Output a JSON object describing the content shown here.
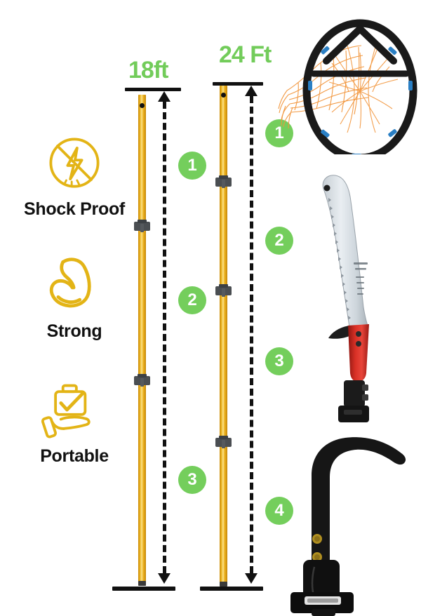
{
  "features": [
    {
      "icon": "no-shock-icon",
      "label": "Shock Proof"
    },
    {
      "icon": "bicep-muscle-icon",
      "label": "Strong"
    },
    {
      "icon": "hand-briefcase-check-icon",
      "label": "Portable"
    }
  ],
  "poles": [
    {
      "name": "pole-18ft",
      "title": "18ft",
      "sections": [
        "1",
        "2",
        "3"
      ]
    },
    {
      "name": "pole-24ft",
      "title": "24 Ft",
      "sections": [
        "1",
        "2",
        "3",
        "4"
      ]
    }
  ],
  "attachments": [
    {
      "name": "fruit-picker-basket",
      "label": "fruit-picker-basket-icon"
    },
    {
      "name": "pruning-saw",
      "label": "pruning-saw-icon"
    },
    {
      "name": "pruning-hook",
      "label": "pruning-hook-icon"
    }
  ],
  "colors": {
    "green": "#74CE5C",
    "title_green": "#72CC5A",
    "pole_yellow": "#E0A311",
    "icon_yellow": "#E3B416",
    "text_black": "#111111",
    "background": "#FFFFFF"
  }
}
